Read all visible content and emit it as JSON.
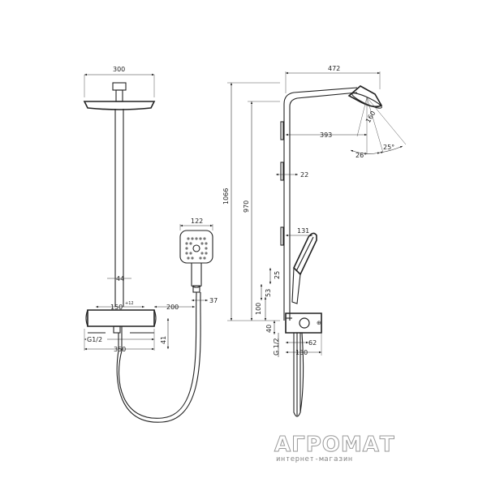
{
  "front_view": {
    "dim_width_overhead": "300",
    "dim_rail_width": "44",
    "dim_connection": "150",
    "dim_connection_tolerance": "+12",
    "dim_hose_outlet": "200",
    "dim_outlet": "37",
    "dim_handshower_width": "122",
    "dim_thread": "G1/2",
    "dim_thermostat_width": "350",
    "dim_thermostat_depth": "41"
  },
  "side_view": {
    "dim_total_reach": "472",
    "dim_arm_reach": "393",
    "dim_angle_1": "160",
    "dim_angle_2": "26°",
    "dim_angle_3": "25°",
    "dim_rail_depth": "22",
    "dim_total_height": "1066",
    "dim_rail_height": "970",
    "dim_handshower_length": "131",
    "dim_holder": "25",
    "dim_spacing": "53",
    "dim_bottom_height": "100",
    "dim_valve_height": "40",
    "dim_thread": "G 1/2",
    "dim_thermostat_offset": "62",
    "dim_thermostat_depth": "130"
  },
  "watermark": {
    "brand": "АГРОМАТ",
    "tagline": "интернет-магазин"
  }
}
